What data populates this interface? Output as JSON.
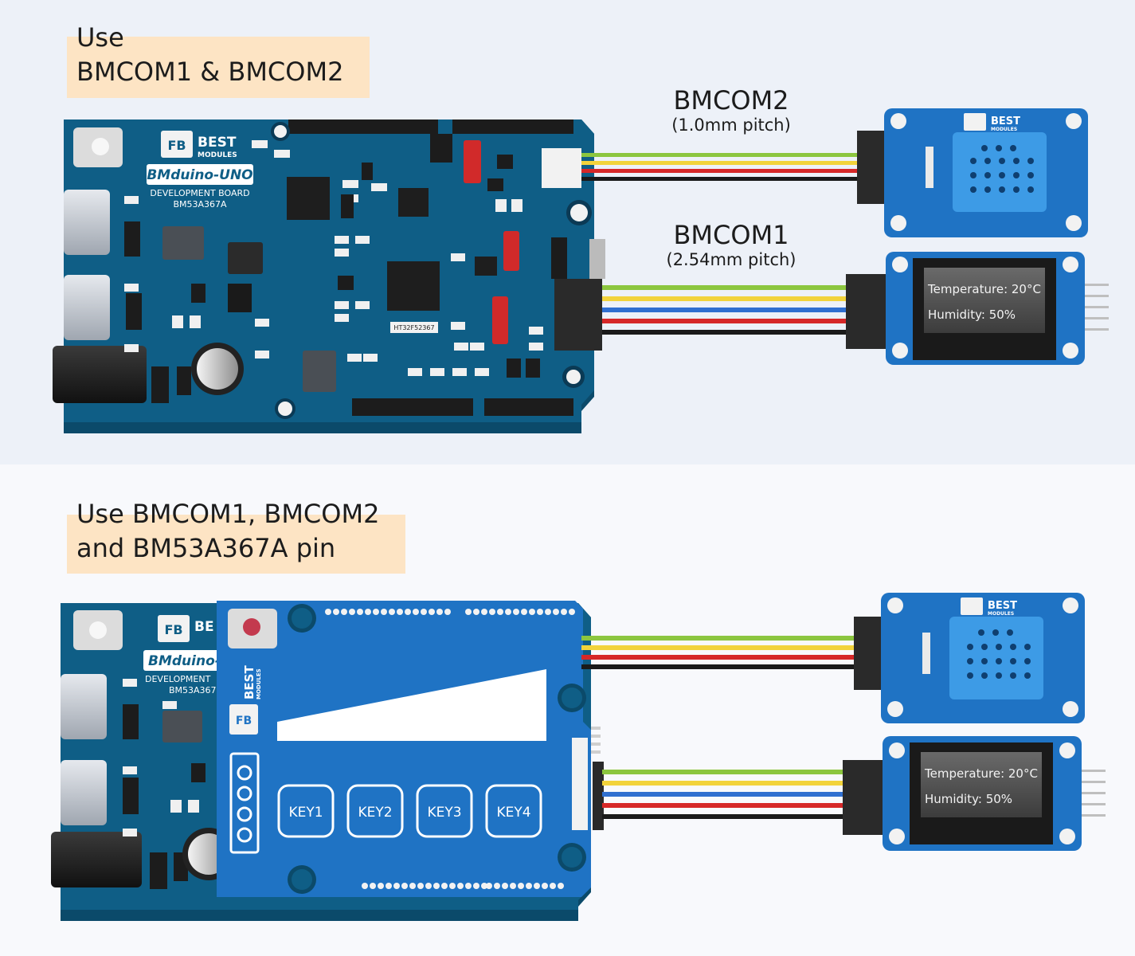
{
  "top": {
    "heading": [
      "Use",
      "BMCOM1 & BMCOM2"
    ],
    "bmcom2": {
      "name": "BMCOM2",
      "pitch": "(1.0mm pitch)"
    },
    "bmcom1": {
      "name": "BMCOM1",
      "pitch": "(2.54mm pitch)"
    }
  },
  "bottom": {
    "heading": [
      "Use BMCOM1, BMCOM2",
      "and BM53A367A pin"
    ]
  },
  "board": {
    "brand1": "BEST",
    "brand2": "MODULES",
    "model": "BMduino-UNO",
    "subtitle": "DEVELOPMENT BOARD",
    "part": "BM53A367A",
    "chip": "HT32F52367",
    "bottom_subtitle": "DEVELOPMENT",
    "bottom_part": "BM53A367",
    "bottom_model": "BMduino-U"
  },
  "shield": {
    "brand1": "BEST",
    "brand2": "MODULES",
    "keys": [
      "KEY1",
      "KEY2",
      "KEY3",
      "KEY4"
    ]
  },
  "sensor": {
    "brand1": "BEST",
    "brand2": "MODULES"
  },
  "oled": {
    "line1": "Temperature: 20°C",
    "line2": "Humidity: 50%"
  },
  "colors": {
    "board": "#0f5e86",
    "board_edge": "#0b4a6a",
    "module": "#1f73c4",
    "sensor_body": "#3d9be6",
    "wire_green": "#8cc63f",
    "wire_yellow": "#f2d33b",
    "wire_blue": "#2f6fd0",
    "wire_red": "#d62828",
    "wire_black": "#1a1a1a",
    "heading_bg": "#fde4c4"
  }
}
